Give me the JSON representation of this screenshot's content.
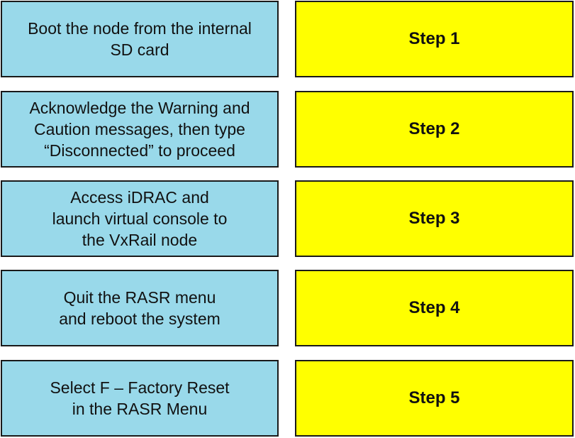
{
  "left_items": [
    {
      "text": "Boot the node from the internal\nSD card"
    },
    {
      "text": "Acknowledge the Warning and\nCaution messages, then type\n“Disconnected” to proceed"
    },
    {
      "text": "Access iDRAC and\nlaunch virtual console to\nthe VxRail node"
    },
    {
      "text": "Quit the RASR menu\nand reboot the system"
    },
    {
      "text": "Select F – Factory Reset\nin the RASR Menu"
    }
  ],
  "right_items": [
    {
      "text": "Step 1"
    },
    {
      "text": "Step 2"
    },
    {
      "text": "Step 3"
    },
    {
      "text": "Step 4"
    },
    {
      "text": "Step 5"
    }
  ],
  "colors": {
    "left_fill": "#99d9ea",
    "right_fill": "#ffff00",
    "border": "#1a1a1a"
  }
}
